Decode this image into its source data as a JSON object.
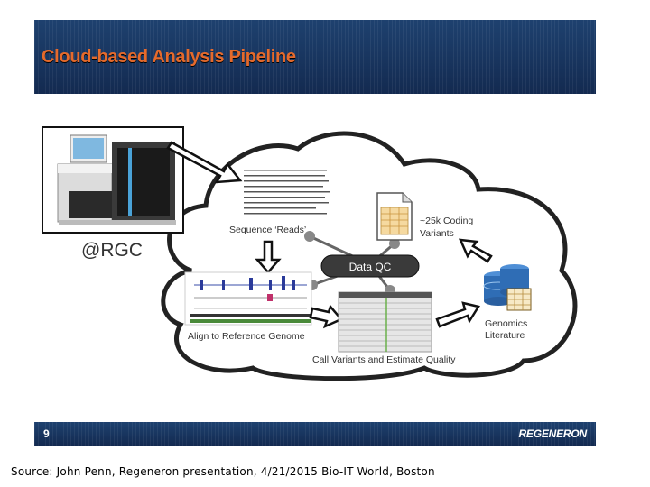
{
  "slide": {
    "title": "Cloud-based Analysis Pipeline",
    "page_number": "9",
    "brand": "REGENERON"
  },
  "diagram": {
    "location_label": "@RGC",
    "nodes": {
      "sequence_reads": "Sequence ‘Reads’",
      "data_qc": "Data QC",
      "align": "Align to Reference Genome",
      "call_variants": "Call Variants and Estimate Quality",
      "coding_variants_line1": "~25k Coding",
      "coding_variants_line2": "Variants",
      "genomics_line1": "Genomics",
      "genomics_line2": "Literature"
    }
  },
  "caption": "Source: John Penn, Regeneron presentation, 4/21/2015 Bio-IT World, Boston",
  "colors": {
    "header": "#1a3864",
    "title": "#e56a2c",
    "qc_pill": "#3a3a3a",
    "database": "#2f6db5"
  },
  "icons": [
    "sequencer-machine-icon",
    "document-icon",
    "database-icon",
    "spreadsheet-icon"
  ]
}
